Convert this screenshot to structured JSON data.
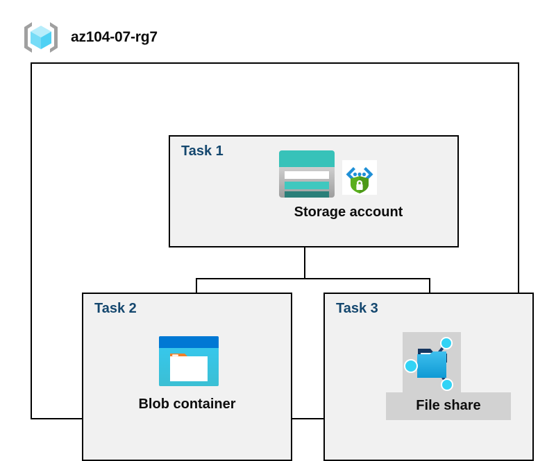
{
  "header": {
    "resource_group_icon": "resource-group-icon",
    "title": "az104-07-rg7"
  },
  "container": {
    "name": "resource-group-container"
  },
  "tasks": [
    {
      "id": "task-1",
      "label": "Task 1",
      "resource_label": "Storage account",
      "icons": [
        {
          "name": "storage-account-icon"
        },
        {
          "name": "encryption-shield-icon"
        }
      ],
      "highlighted": false
    },
    {
      "id": "task-2",
      "label": "Task 2",
      "resource_label": "Blob container",
      "icons": [
        {
          "name": "blob-container-icon"
        }
      ],
      "highlighted": false
    },
    {
      "id": "task-3",
      "label": "Task 3",
      "resource_label": "File share",
      "icons": [
        {
          "name": "file-share-icon"
        }
      ],
      "highlighted": true
    }
  ],
  "connectors": [
    {
      "name": "storage-to-bus-trunk"
    },
    {
      "name": "branch-bus"
    },
    {
      "name": "bus-to-blob-container"
    },
    {
      "name": "bus-to-file-share"
    }
  ],
  "colors": {
    "task_label": "#14476e",
    "box_fill": "#f1f1f1",
    "box_border": "#000000",
    "page_background": "#ffffff",
    "highlight": "#d2d2d2",
    "storage_teal": "#37c2b9",
    "storage_teal_dark": "#2b7f79",
    "blob_blue": "#0078d4",
    "blob_cyan": "#32bedd",
    "blob_orange": "#f1802a",
    "shield_green": "#5aaf1e",
    "cube_cyan": "#9fe7fb",
    "bracket_gray": "#a0a0a0"
  }
}
